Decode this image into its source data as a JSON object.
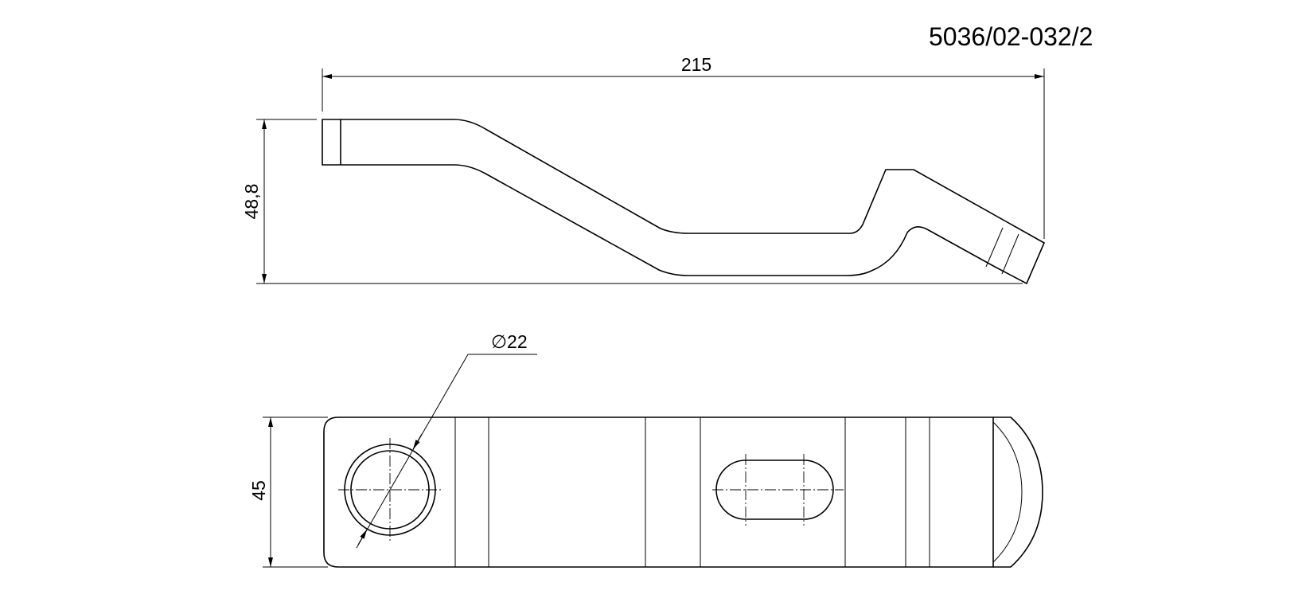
{
  "drawing": {
    "part_number": "5036/02-032/2",
    "dimensions": {
      "overall_length": "215",
      "height": "48,8",
      "hole_diameter": "∅22",
      "width": "45"
    }
  }
}
